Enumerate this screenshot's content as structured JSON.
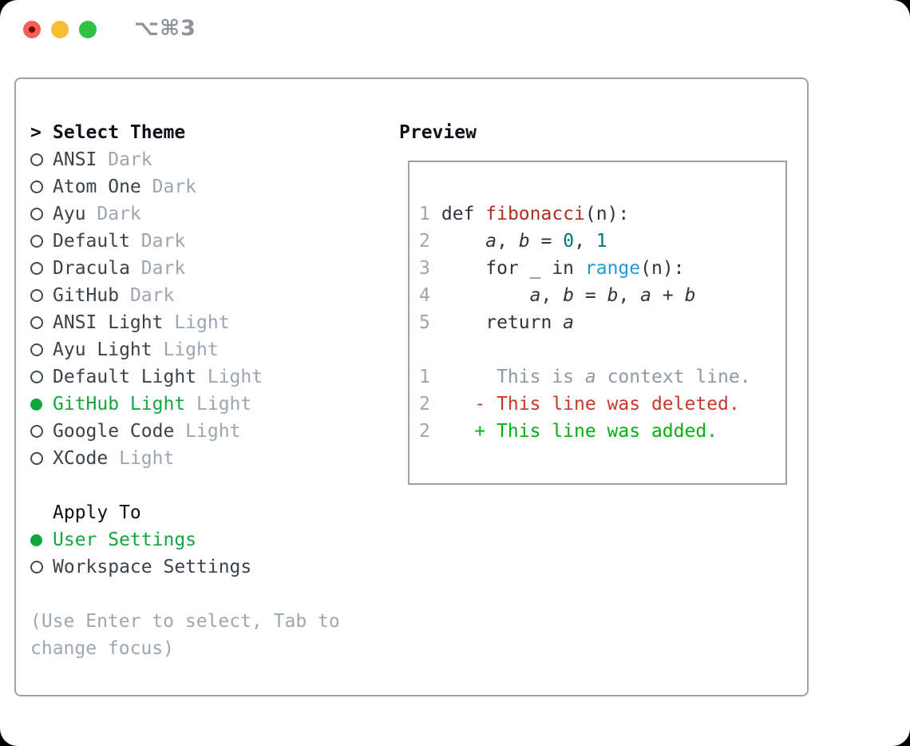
{
  "window": {
    "shortcut_label": "⌥⌘3",
    "controls": [
      {
        "name": "close",
        "color": "#f35f57",
        "has_dot": true
      },
      {
        "name": "minimize",
        "color": "#f8bd32",
        "has_dot": false
      },
      {
        "name": "zoom",
        "color": "#31c145",
        "has_dot": false
      }
    ]
  },
  "theme_panel": {
    "prompt": ">",
    "title": "Select Theme",
    "themes": [
      {
        "name": "ANSI",
        "variant": "Dark",
        "selected": false
      },
      {
        "name": "Atom One",
        "variant": "Dark",
        "selected": false
      },
      {
        "name": "Ayu",
        "variant": "Dark",
        "selected": false
      },
      {
        "name": "Default",
        "variant": "Dark",
        "selected": false
      },
      {
        "name": "Dracula",
        "variant": "Dark",
        "selected": false
      },
      {
        "name": "GitHub",
        "variant": "Dark",
        "selected": false
      },
      {
        "name": "ANSI Light",
        "variant": "Light",
        "selected": false
      },
      {
        "name": "Ayu Light",
        "variant": "Light",
        "selected": false
      },
      {
        "name": "Default Light",
        "variant": "Light",
        "selected": false
      },
      {
        "name": "GitHub Light",
        "variant": "Light",
        "selected": true
      },
      {
        "name": "Google Code",
        "variant": "Light",
        "selected": false
      },
      {
        "name": "XCode",
        "variant": "Light",
        "selected": false
      }
    ],
    "apply_to": {
      "title": "Apply To",
      "options": [
        {
          "label": "User Settings",
          "selected": true
        },
        {
          "label": "Workspace Settings",
          "selected": false
        }
      ]
    },
    "hint_lines": [
      "(Use Enter to select, Tab to",
      "change focus)"
    ]
  },
  "preview_panel": {
    "title": "Preview",
    "code_lines": [
      {
        "n": "1",
        "segs": [
          {
            "t": " def ",
            "c": "p"
          },
          {
            "t": "fibonacci",
            "c": "fn"
          },
          {
            "t": "(n):",
            "c": "p"
          }
        ]
      },
      {
        "n": "2",
        "segs": [
          {
            "t": "     ",
            "c": "p"
          },
          {
            "t": "a",
            "c": "var"
          },
          {
            "t": ", ",
            "c": "p"
          },
          {
            "t": "b",
            "c": "var"
          },
          {
            "t": " = ",
            "c": "p"
          },
          {
            "t": "0",
            "c": "num"
          },
          {
            "t": ", ",
            "c": "p"
          },
          {
            "t": "1",
            "c": "num"
          }
        ]
      },
      {
        "n": "3",
        "segs": [
          {
            "t": "     for _ in ",
            "c": "p"
          },
          {
            "t": "range",
            "c": "blue"
          },
          {
            "t": "(n):",
            "c": "p"
          }
        ]
      },
      {
        "n": "4",
        "segs": [
          {
            "t": "         ",
            "c": "p"
          },
          {
            "t": "a",
            "c": "var"
          },
          {
            "t": ", ",
            "c": "p"
          },
          {
            "t": "b",
            "c": "var"
          },
          {
            "t": " = ",
            "c": "p"
          },
          {
            "t": "b",
            "c": "var"
          },
          {
            "t": ", ",
            "c": "p"
          },
          {
            "t": "a",
            "c": "var"
          },
          {
            "t": " + ",
            "c": "p"
          },
          {
            "t": "b",
            "c": "var"
          }
        ]
      },
      {
        "n": "5",
        "segs": [
          {
            "t": "     return ",
            "c": "p"
          },
          {
            "t": "a",
            "c": "var"
          }
        ]
      },
      {
        "n": "",
        "segs": []
      },
      {
        "n": "1",
        "segs": [
          {
            "t": "      This is ",
            "c": "ctx"
          },
          {
            "t": "a",
            "c": "ctxv"
          },
          {
            "t": " context line.",
            "c": "ctx"
          }
        ]
      },
      {
        "n": "2",
        "segs": [
          {
            "t": "    ",
            "c": "p"
          },
          {
            "t": "- This line was deleted.",
            "c": "del"
          }
        ]
      },
      {
        "n": "2",
        "segs": [
          {
            "t": "    ",
            "c": "p"
          },
          {
            "t": "+ This line was added.",
            "c": "add"
          }
        ]
      }
    ]
  },
  "palette": {
    "selected_green": "#12a73c",
    "added_green": "#00b112",
    "deleted_red": "#cb3629",
    "function_red": "#b22d20",
    "number_teal": "#00757c",
    "builtin_blue": "#1f9ad8",
    "item_text": "#3b424a",
    "code_text": "#2e353d",
    "muted_gray": "#9ca6b2",
    "context_gray": "#8f99a3",
    "border_gray": "#9aa3ad",
    "header_black": "#0d1117",
    "hint_gray": "#9da7b1",
    "titlebar_glyph_gray": "#8c9299",
    "traffic_red": "#f35f57",
    "traffic_red_dot": "#6e0d07",
    "traffic_yellow": "#f8bd32",
    "traffic_green": "#31c145"
  }
}
